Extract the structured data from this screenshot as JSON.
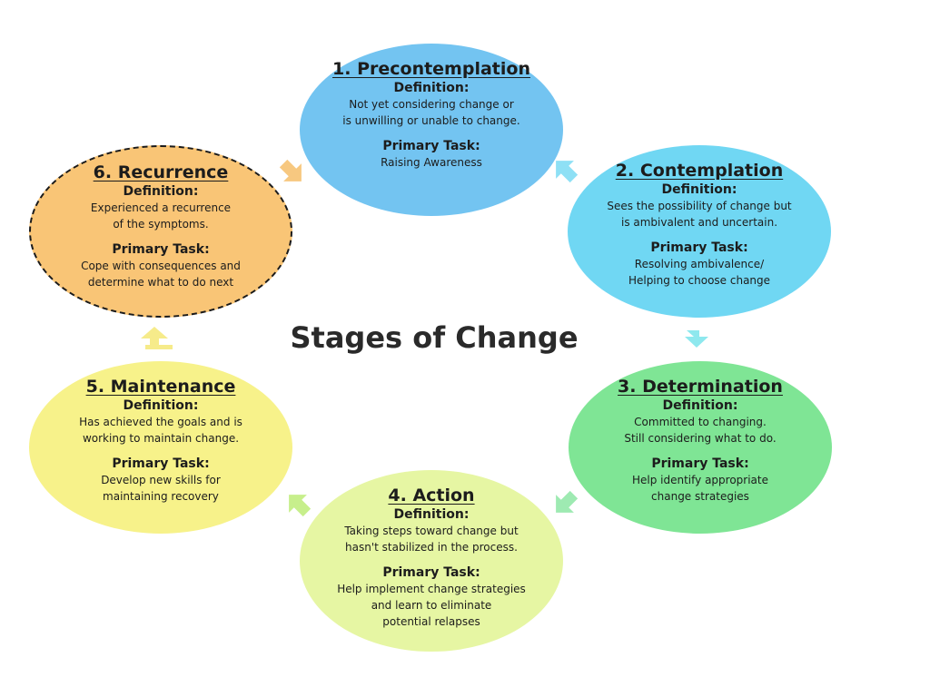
{
  "title": "Stages of Change",
  "stages": [
    {
      "title": "1. Precontemplation",
      "definition_label": "Definition:",
      "definition": "Not yet considering change or\nis unwilling or unable to change.",
      "task_label": "Primary Task:",
      "task": "Raising Awareness",
      "color": "#73c4f1"
    },
    {
      "title": "2. Contemplation",
      "definition_label": "Definition:",
      "definition": "Sees the possibility of change but\nis ambivalent and uncertain.",
      "task_label": "Primary Task:",
      "task": "Resolving ambivalence/\nHelping to choose change",
      "color": "#70d7f3"
    },
    {
      "title": "3. Determination",
      "definition_label": "Definition:",
      "definition": "Committed to changing.\nStill considering what to do.",
      "task_label": "Primary Task:",
      "task": "Help identify appropriate\nchange strategies",
      "color": "#7fe595"
    },
    {
      "title": "4. Action",
      "definition_label": "Definition:",
      "definition": "Taking steps toward change but\nhasn't stabilized in the process.",
      "task_label": "Primary Task:",
      "task": "Help implement change strategies\nand learn to eliminate\npotential relapses",
      "color": "#e6f6a3"
    },
    {
      "title": "5. Maintenance",
      "definition_label": "Definition:",
      "definition": "Has achieved the goals and is\nworking to maintain change.",
      "task_label": "Primary Task:",
      "task": "Develop new skills for\nmaintaining recovery",
      "color": "#f7f28a"
    },
    {
      "title": "6. Recurrence",
      "definition_label": "Definition:",
      "definition": "Experienced a recurrence\nof the symptoms.",
      "task_label": "Primary Task:",
      "task": "Cope with consequences and\ndetermine what to do next",
      "color": "#f9c576"
    }
  ],
  "arrow_colors": {
    "stage1_to_2": "#8ee0f5",
    "stage2_to_3": "#8ee8ee",
    "stage3_to_4": "#9eeab2",
    "stage4_to_5": "#c7ef8c",
    "stage5_to_6": "#f6eb8a",
    "stage6_to_1": "#f7c880"
  }
}
